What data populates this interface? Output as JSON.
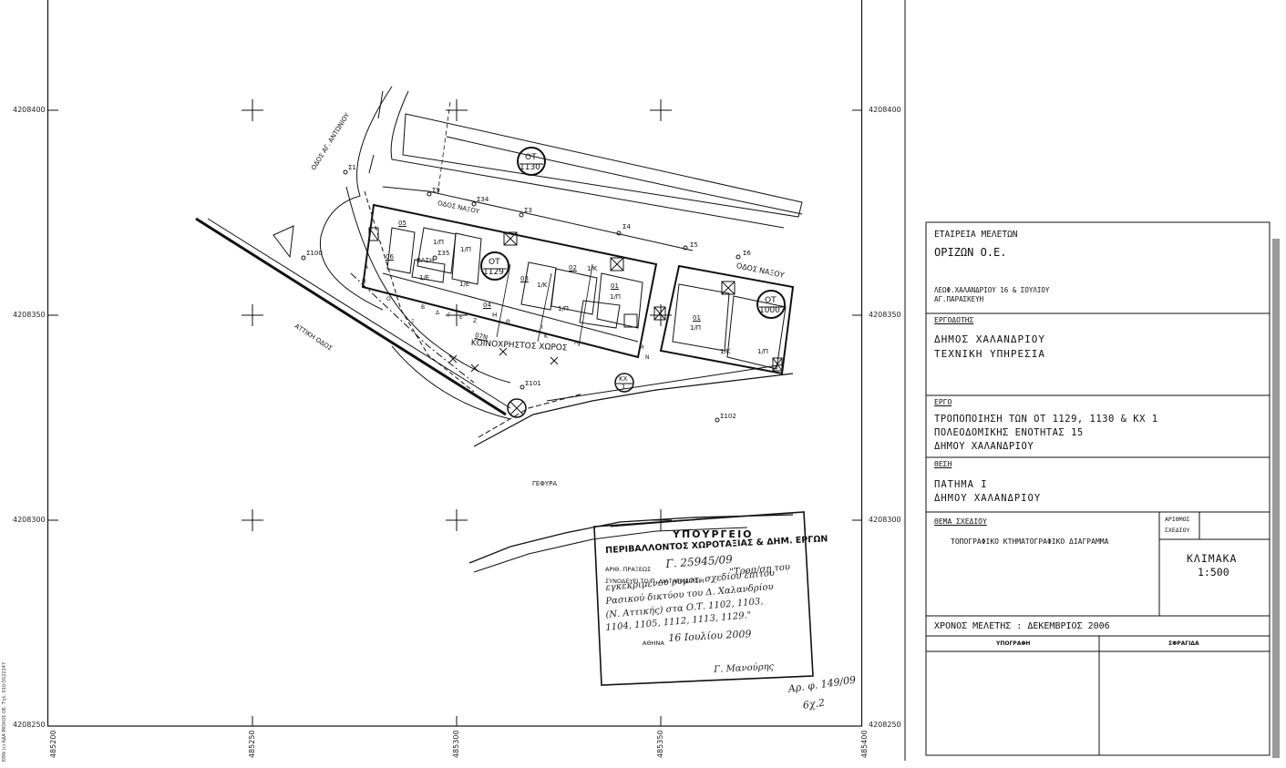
{
  "map": {
    "northings": [
      "4208400",
      "4208350",
      "4208300",
      "4208250"
    ],
    "eastings": [
      "485200",
      "485250",
      "485300",
      "485350",
      "485400"
    ],
    "blocks": [
      {
        "label": "ΟΤ",
        "num": "1130"
      },
      {
        "label": "ΟΤ",
        "num": "1129"
      },
      {
        "label": "ΟΤ",
        "num": "1000"
      },
      {
        "label": "ΚΧ",
        "num": "1"
      }
    ],
    "streets": {
      "ag_antoniou": "ΟΔΟΣ ΑΓ. ΑΝΤΩΝΙΟΥ",
      "naxou_1": "ΟΔΟΣ ΝΑΞΟΥ",
      "naxou_2": "ΟΔΟΣ ΝΑΞΟΥ",
      "attiki": "ΑΤΤΙΚΗ ΟΔΟΣ",
      "common_space": "ΚΟΙΝΟΧΡΗΣΤΟΣ ΧΩΡΟΣ",
      "common_code": "07Ν",
      "bridge": "ΓΕΦΥΡΑ"
    },
    "stations": [
      "Σ1",
      "Σ100",
      "Σ101",
      "Σ102",
      "Σ6",
      "Σ5",
      "Σ4",
      "Σ3",
      "Σ34",
      "Σ9",
      "Σ35"
    ],
    "plot_codes": [
      "05",
      "06",
      "04",
      "03",
      "02",
      "01",
      "01"
    ],
    "building_types": [
      "1/Π",
      "1/Π",
      "1/Π",
      "1/Π",
      "1/Π",
      "1/Π",
      "1/Κ",
      "1/Κ",
      "1/Κ",
      "1/Ε",
      "1/Ε",
      "ΒΑΣΗ"
    ],
    "corner_letters": [
      "Α",
      "Β",
      "Γ",
      "Δ",
      "Ε",
      "Ζ",
      "Η",
      "Θ",
      "Ι",
      "Κ",
      "Λ",
      "Μ",
      "Ν",
      "Ξ",
      "Ο",
      "Π"
    ]
  },
  "stamp": {
    "ministry": "ΥΠΟΥΡΓΕΙΟ",
    "ministry_full": "ΠΕΡΙΒΑΛΛΟΝΤΟΣ ΧΩΡΟΤΑΞΙΑΣ & ΔΗΜ. ΕΡΓΩΝ",
    "act_label": "ΑΡΙΘ. ΠΡΑΞΕΩΣ",
    "act_number": "Γ. 25945/09",
    "accompanies": "ΣΥΝΟΔΕΥΕΙ ΤΟ Π. ΔΙΑΤΑΓΜΑ ΠΕΡΙ",
    "hand_1": "\"Τροπ/ση του",
    "hand_2": "εγκεκριμένου ρυμοτ. σχεδίου έπιτου",
    "hand_3": "Ρασικού δικτύου του Δ. Χαλανδρίου",
    "hand_4": "(Ν. Αττικής) στα Ο.Τ. 1102, 1103,",
    "hand_5": "1104, 1105, 1112, 1113, 1129.\"",
    "athens_label": "ΑΘΗΝΑ",
    "date_hand": "16 Ιουλίου 2009",
    "sig": "Γ. Μανούρης",
    "note_1": "Αρ. φ. 149/09",
    "note_2": "6χ.2"
  },
  "titleblock": {
    "company_label": "ΕΤΑΙΡΕΙΑ ΜΕΛΕΤΩΝ",
    "company_name": "ΟΡΙΖΩΝ Ο.Ε.",
    "address_1": "ΛΕΩΦ.ΧΑΛΑΝΔΡΙΟΥ 16 & ΣΟΥΛΙΟΥ",
    "address_2": "ΑΓ.ΠΑΡΑΣΚΕΥΗ",
    "client_label": "ΕΡΓΟΔΟΤΗΣ",
    "client_1": "ΔΗΜΟΣ ΧΑΛΑΝΔΡΙΟΥ",
    "client_2": "ΤΕΧΝΙΚΗ ΥΠΗΡΕΣΙΑ",
    "project_label": "ΕΡΓΟ",
    "project_1": "ΤΡΟΠΟΠΟΙΗΣΗ ΤΩΝ ΟΤ 1129, 1130 & ΚΧ 1",
    "project_2": "ΠΟΛΕΟΔΟΜΙΚΗΣ ΕΝΟΤΗΤΑΣ 15",
    "project_3": "ΔΗΜΟΥ ΧΑΛΑΝΔΡΙΟΥ",
    "location_label": "ΘΕΣΗ",
    "location_1": "ΠΑΤΗΜΑ Ι",
    "location_2": "ΔΗΜΟΥ ΧΑΛΑΝΔΡΙΟΥ",
    "subject_label": "ΘΕΜΑ ΣΧΕΔΙΟΥ",
    "subject": "ΤΟΠΟΓΡΑΦΙΚΟ ΚΤΗΜΑΤΟΓΡΑΦΙΚΟ ΔΙΑΓΡΑΜΜΑ",
    "drawing_no_1": "ΑΡΙΘΜΟΣ",
    "drawing_no_2": "ΣΧΕΔΙΟΥ",
    "scale_label": "ΚΛΙΜΑΚΑ",
    "scale": "1:500",
    "date_line": "ΧΡΟΝΟΣ ΜΕΛΕΤΗΣ : ΔΕΚΕΜΒΡΙΟΣ 2006",
    "signature_label": "ΥΠΟΓΡΑΦΗ",
    "seal_label": "ΣΦΡΑΓΙΔΑ"
  },
  "print_code": "ΕΘΝ (c) ΑΔΑ ΜΟΧΟΣ ΟΕ. Τηλ. 010-5522247"
}
